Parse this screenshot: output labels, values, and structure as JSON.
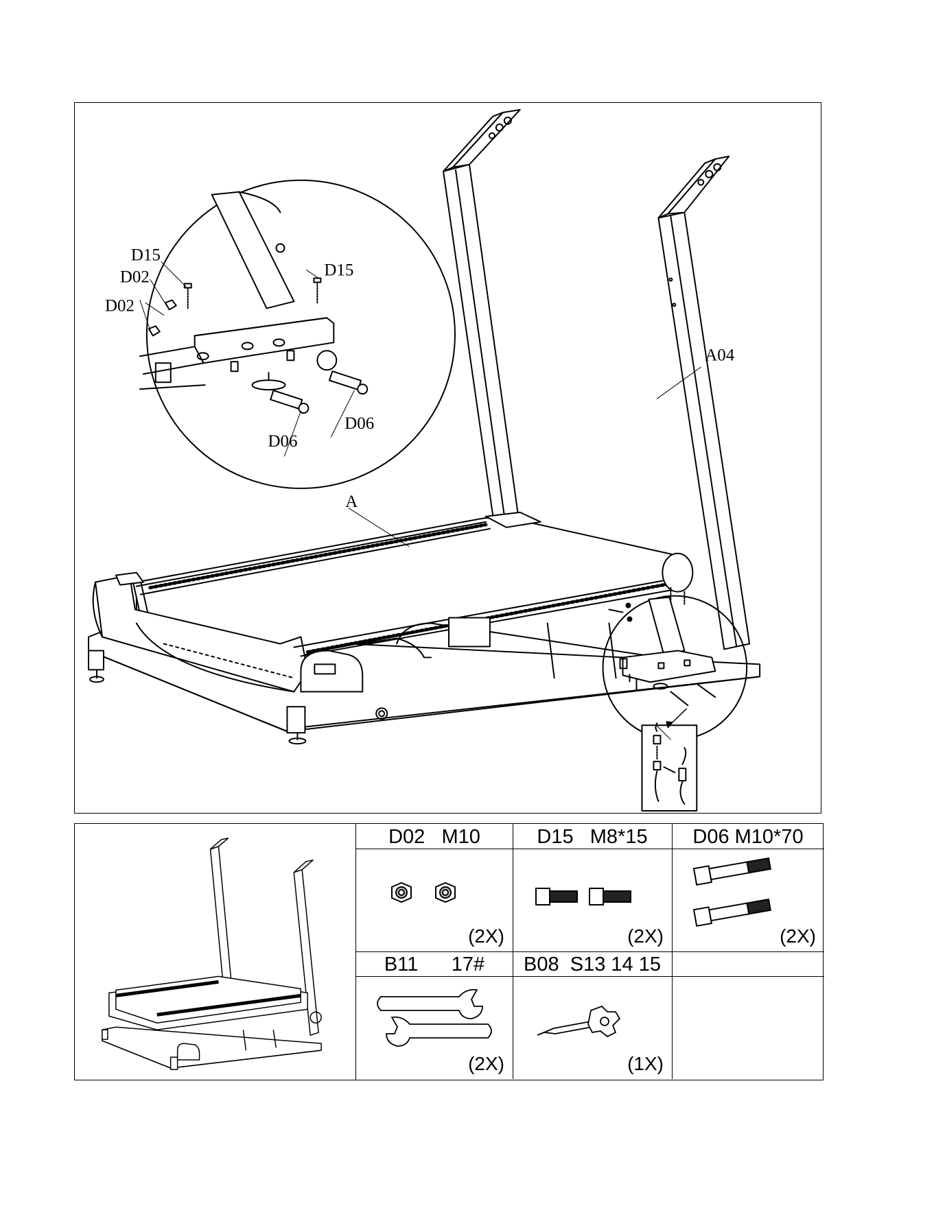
{
  "diagram": {
    "callouts": {
      "d15_left": "D15",
      "d15_right": "D15",
      "d02_upper": "D02",
      "d02_lower": "D02",
      "d06_left": "D06",
      "d06_right": "D06",
      "frame": "A",
      "upright": "A04"
    }
  },
  "parts": [
    {
      "code": "D02",
      "spec": "M10",
      "qty": "(2X)",
      "icon": "nut-icon"
    },
    {
      "code": "D15",
      "spec": "M8*15",
      "qty": "(2X)",
      "icon": "short-bolt-icon"
    },
    {
      "code": "D06",
      "spec": "M10*70",
      "qty": "(2X)",
      "icon": "long-bolt-icon"
    },
    {
      "code": "B11",
      "spec": "17#",
      "qty": "(2X)",
      "icon": "wrench-icon"
    },
    {
      "code": "B08",
      "spec": "S13 14 15",
      "qty": "(1X)",
      "icon": "multi-tool-icon"
    }
  ]
}
